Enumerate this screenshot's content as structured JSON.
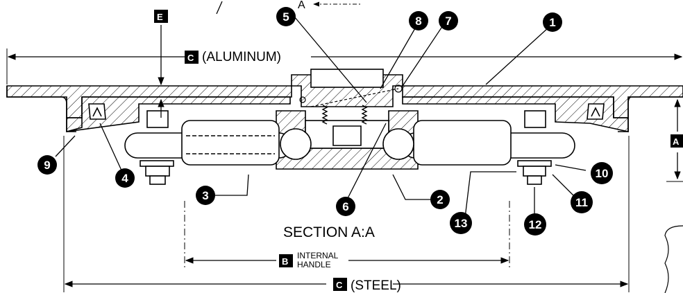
{
  "section": {
    "title": "SECTION A:A",
    "section_marker": "A"
  },
  "dimensions": {
    "aluminum": {
      "letter": "C",
      "label": "(ALUMINUM)"
    },
    "steel": {
      "letter": "C",
      "label": "(STEEL)"
    },
    "handle": {
      "letter": "B",
      "label_line1": "INTERNAL",
      "label_line2": "HANDLE"
    },
    "height": {
      "letter": "A"
    },
    "depth": {
      "letter": "E"
    }
  },
  "callouts": [
    "1",
    "2",
    "3",
    "4",
    "5",
    "6",
    "7",
    "8",
    "9",
    "10",
    "11",
    "12",
    "13"
  ],
  "colors": {
    "ink": "#000000",
    "paper": "#ffffff"
  }
}
